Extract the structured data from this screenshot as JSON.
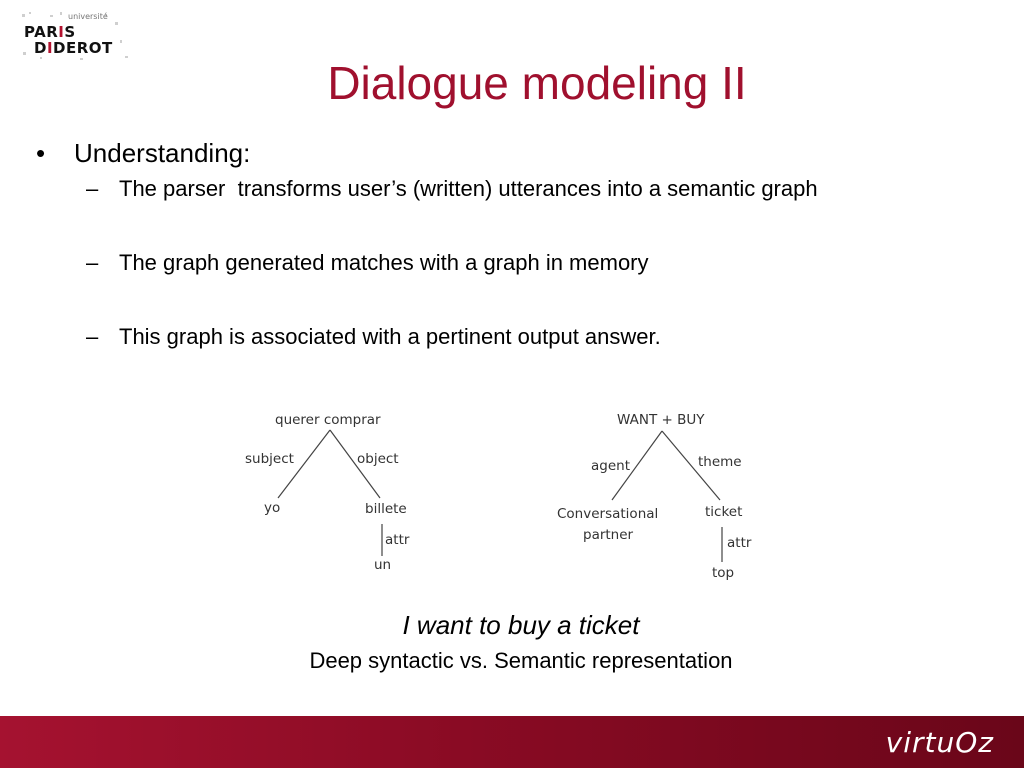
{
  "logo": {
    "small": "université",
    "line1": [
      "PAR",
      "I",
      "S"
    ],
    "line2": [
      "D",
      "I",
      "DEROT"
    ]
  },
  "slide": {
    "title": "Dialogue modeling II",
    "bullet": "Understanding:",
    "subs": [
      "The parser  transforms user’s (written) utterances into a semantic graph",
      "The graph generated matches with a graph in memory",
      "This graph is associated with a pertinent output answer."
    ]
  },
  "symbols": {
    "bullet": "•",
    "dash": "–"
  },
  "tree_left": {
    "root": "querer comprar",
    "left_edge": "subject",
    "right_edge": "object",
    "left_leaf": "yo",
    "right_leaf": "billete",
    "attr_edge": "attr",
    "attr_leaf": "un"
  },
  "tree_right": {
    "root": "WANT + BUY",
    "left_edge": "agent",
    "right_edge": "theme",
    "left_leaf_1": "Conversational",
    "left_leaf_2": "partner",
    "right_leaf": "ticket",
    "attr_edge": "attr",
    "attr_leaf": "top"
  },
  "captions": {
    "sentence": "I want to buy a ticket",
    "note": "Deep syntactic vs. Semantic representation"
  },
  "footer": {
    "brand": "virtuOz"
  },
  "colors": {
    "title": "#a0102e",
    "footer": "#8a0b24"
  }
}
